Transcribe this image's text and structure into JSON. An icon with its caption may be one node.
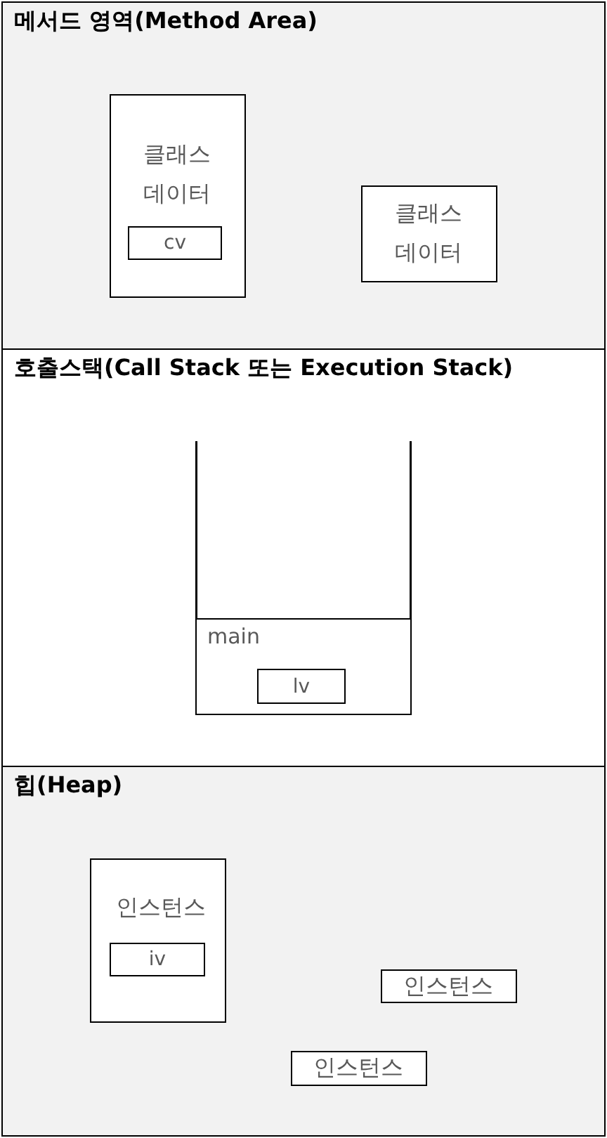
{
  "diagram": {
    "nodes": [
      {
        "text": [
          "메서드 영역(Method Area)"
        ]
      },
      {
        "text": [
          "클래스 데이터"
        ],
        "in": 0
      },
      {
        "text": [
          "cv"
        ],
        "in": 1
      },
      {
        "text": [
          "클래스 데이터"
        ],
        "in": 0
      },
      {
        "text": [
          "호출스택(Call Stack 또는 Execution Stack)"
        ]
      },
      {
        "text": [
          "main"
        ],
        "in": 4
      },
      {
        "text": [
          "lv"
        ],
        "in": 5
      },
      {
        "text": [
          "힙(Heap)"
        ]
      },
      {
        "text": [
          "인스턴스"
        ],
        "in": 7
      },
      {
        "text": [
          "iv"
        ],
        "in": 8
      },
      {
        "text": [
          "인스턴스"
        ],
        "in": 7
      },
      {
        "text": [
          "인스턴스"
        ],
        "in": 7
      }
    ]
  }
}
